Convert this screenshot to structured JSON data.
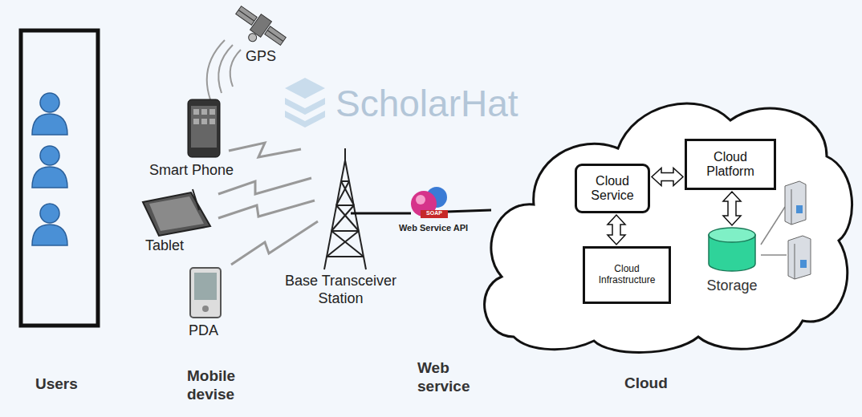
{
  "diagram": {
    "nodes": [
      {
        "text": [
          "Cloud Service"
        ]
      },
      {
        "text": [
          "Cloud Platform"
        ]
      },
      {
        "text": [
          "Cloud Infrastructure"
        ]
      },
      {
        "text": [
          "Storage"
        ]
      }
    ],
    "edges": [
      {
        "from": 0,
        "to": 1,
        "arrow": "both"
      },
      {
        "from": 0,
        "to": 2,
        "arrow": "both"
      },
      {
        "from": 1,
        "to": 3,
        "arrow": "both"
      }
    ],
    "labels": [
      "ScholarHat",
      "GPS",
      "Smart Phone",
      "Tablet",
      "PDA",
      "Base Transceiver Station",
      "SOAP",
      "Web Service API",
      "Users",
      "Mobile devise",
      "Web service",
      "Cloud"
    ]
  }
}
